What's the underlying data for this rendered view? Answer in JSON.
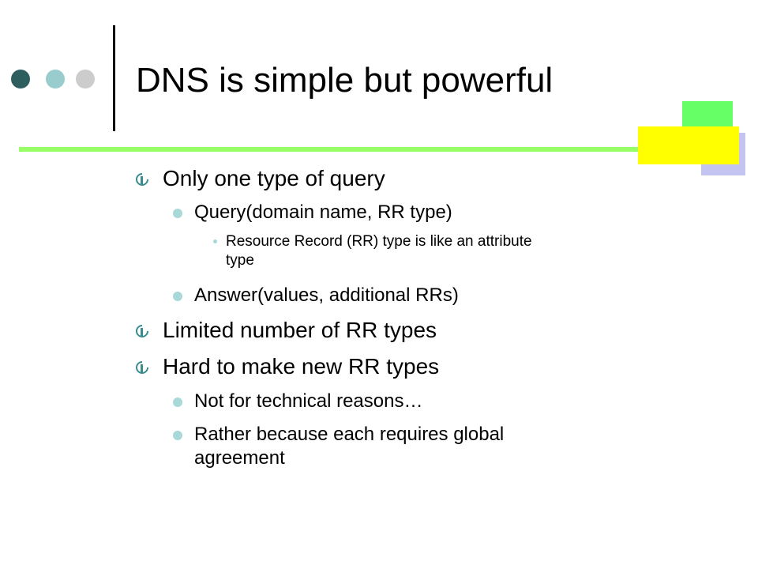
{
  "slide": {
    "title": "DNS is simple but powerful",
    "bullets": [
      {
        "level": 1,
        "text": "Only one type of query"
      },
      {
        "level": 2,
        "text": "Query(domain name, RR type)"
      },
      {
        "level": 3,
        "lines": [
          "Resource Record (RR) type is like an attribute",
          "type"
        ]
      },
      {
        "level": 2,
        "text": "Answer(values, additional RRs)"
      },
      {
        "level": 1,
        "text": "Limited number of RR types"
      },
      {
        "level": 1,
        "text": "Hard to make new RR types"
      },
      {
        "level": 2,
        "text": "Not for technical reasons…"
      },
      {
        "level": 2,
        "lines": [
          "Rather because each requires global",
          "agreement"
        ]
      }
    ]
  },
  "colors": {
    "dark_teal": "#2f5e5e",
    "light_teal": "#99cccc",
    "gray": "#cccccc",
    "green_rule": "#99ff66",
    "green_square": "#66ff66",
    "yellow_square": "#ffff00",
    "lavender_square": "#c4c4f0"
  }
}
